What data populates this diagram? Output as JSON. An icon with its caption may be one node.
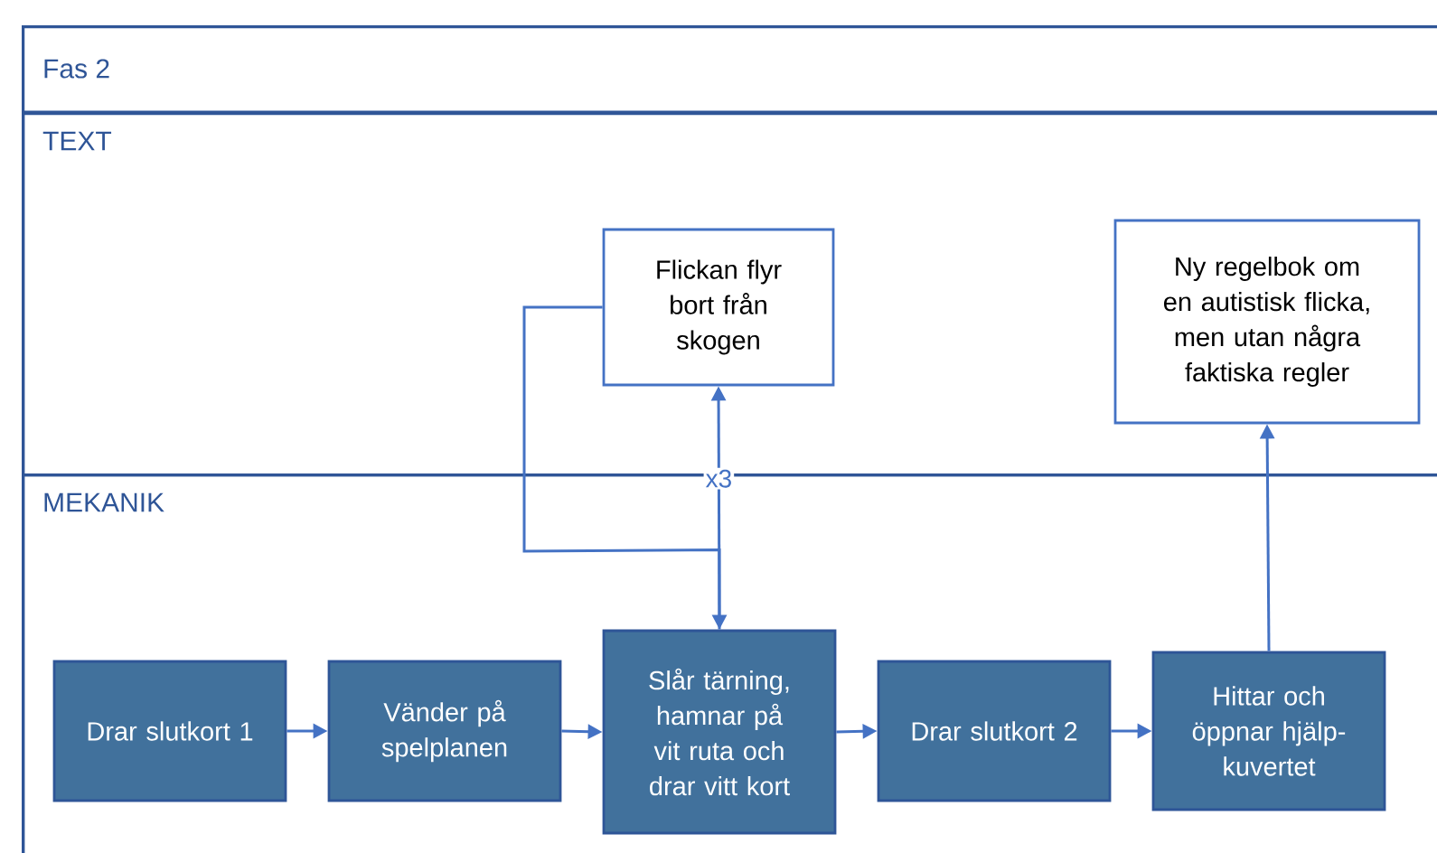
{
  "diagram": {
    "nodes": [
      {
        "text": [
          "Fas 2"
        ]
      },
      {
        "text": [
          "TEXT"
        ],
        "in": 0
      },
      {
        "text": [
          "MEKANIK"
        ],
        "in": 0
      },
      {
        "text": [
          "Flickan flyr bort från skogen"
        ],
        "in": 1
      },
      {
        "text": [
          "Ny regelbok om en autistisk flicka, men utan några faktiska regler"
        ],
        "in": 1
      },
      {
        "text": [
          "Drar slutkort 1"
        ],
        "in": 2
      },
      {
        "text": [
          "Vänder på spelplanen"
        ],
        "in": 2
      },
      {
        "text": [
          "Slår tärning, hamnar på vit ruta och drar vitt kort"
        ],
        "in": 2
      },
      {
        "text": [
          "Drar slutkort 2"
        ],
        "in": 2
      },
      {
        "text": [
          "Hittar och öppnar hjälp-kuvertet"
        ],
        "in": 2
      }
    ],
    "edges": [
      {
        "from": 5,
        "to": 6,
        "arrow": "to"
      },
      {
        "from": 6,
        "to": 7,
        "arrow": "to"
      },
      {
        "from": 7,
        "to": 3,
        "arrow": "to",
        "label": "x3"
      },
      {
        "from": 3,
        "to": 7,
        "arrow": "to"
      },
      {
        "from": 7,
        "to": 8,
        "arrow": "to"
      },
      {
        "from": 8,
        "to": 9,
        "arrow": "to"
      },
      {
        "from": 9,
        "to": 4,
        "arrow": "to"
      }
    ]
  }
}
